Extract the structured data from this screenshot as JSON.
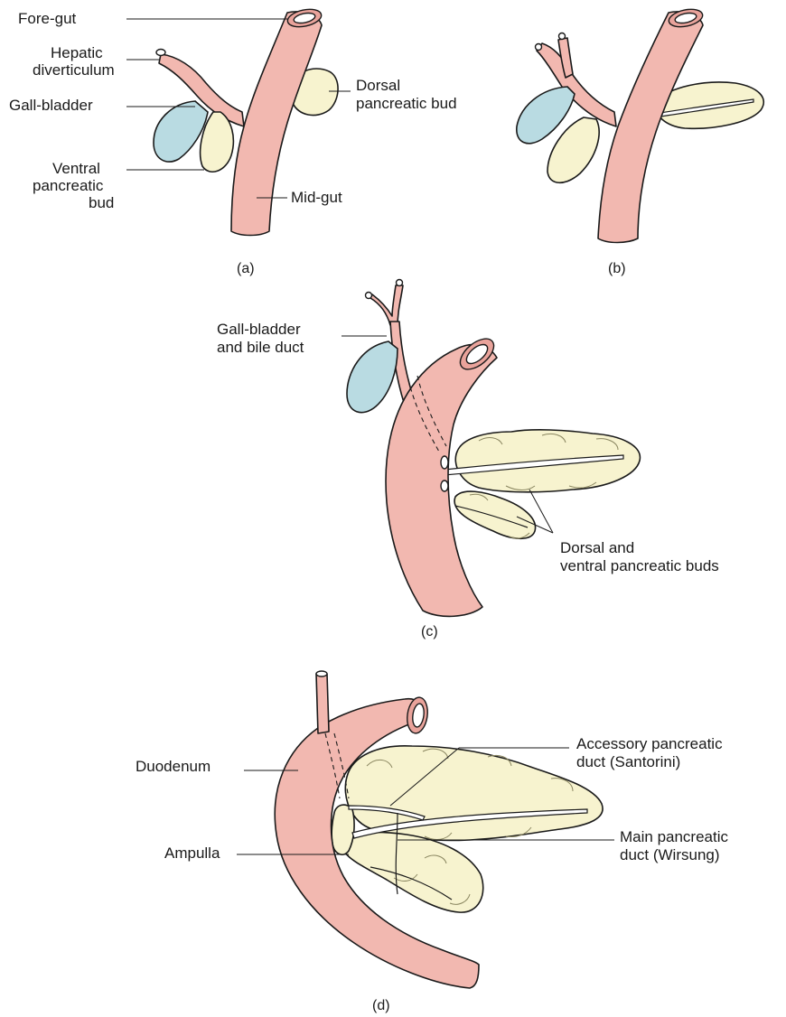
{
  "panel_a": {
    "caption": "(a)",
    "labels": {
      "fore_gut": "Fore-gut",
      "hepatic_1": "Hepatic",
      "hepatic_2": "diverticulum",
      "gall_bladder": "Gall-bladder",
      "ventral_1": "Ventral",
      "ventral_2": "pancreatic",
      "ventral_3": "bud",
      "dorsal_1": "Dorsal",
      "dorsal_2": "pancreatic bud",
      "mid_gut": "Mid-gut"
    }
  },
  "panel_b": {
    "caption": "(b)"
  },
  "panel_c": {
    "caption": "(c)",
    "labels": {
      "gb_1": "Gall-bladder",
      "gb_2": "and bile duct",
      "buds_1": "Dorsal and",
      "buds_2": "ventral pancreatic buds"
    }
  },
  "panel_d": {
    "caption": "(d)",
    "labels": {
      "duodenum": "Duodenum",
      "ampulla": "Ampulla",
      "accessory_1": "Accessory pancreatic",
      "accessory_2": "duct (Santorini)",
      "main_1": "Main pancreatic",
      "main_2": "duct (Wirsung)"
    }
  },
  "colors": {
    "gut": "#f2b8b0",
    "gall_bladder": "#b9dbe2",
    "pancreas": "#f7f3cf"
  }
}
